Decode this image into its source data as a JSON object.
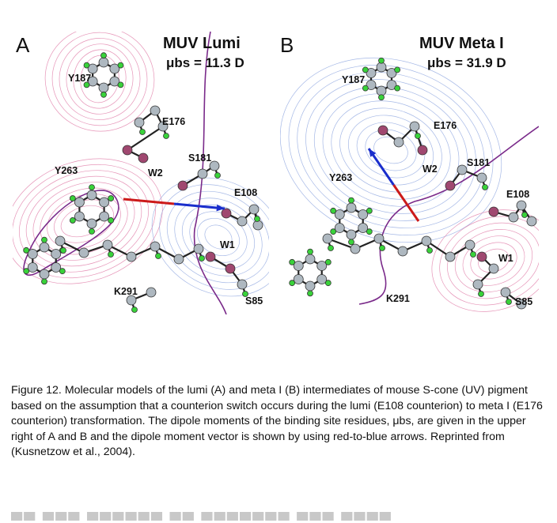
{
  "figure": {
    "panels": [
      {
        "letter": "A",
        "title": "MUV Lumi",
        "dipole": "μbs = 11.3 D",
        "residues": [
          "Y187",
          "E176",
          "W2",
          "S181",
          "Y263",
          "E108",
          "W1",
          "K291",
          "S85"
        ]
      },
      {
        "letter": "B",
        "title": "MUV Meta I",
        "dipole": "μbs = 31.9 D",
        "residues": [
          "Y187",
          "E176",
          "S181",
          "W2",
          "Y263",
          "E108",
          "W1",
          "K291",
          "S85"
        ]
      }
    ],
    "colors": {
      "contour_red": "#e07aa6",
      "contour_blue": "#8fa6e0",
      "carbon": "#aeb8c0",
      "hydrogen": "#39d23a",
      "oxygen": "#a04870",
      "arrow_red": "#cc1a1a",
      "arrow_blue": "#1a2ecc"
    }
  },
  "caption": "Figure 12. Molecular models of the lumi (A) and meta I (B) intermediates of mouse S-cone (UV) pigment based on the assumption that a counterion switch occurs during the lumi (E108 counterion) to meta I (E176 counterion) transformation. The dipole moments of the binding site residues, μbs, are given in the upper right of A and B and the dipole moment vector is shown by using red-to-blue arrows. Reprinted from (Kusnetzow et al., 2004)."
}
